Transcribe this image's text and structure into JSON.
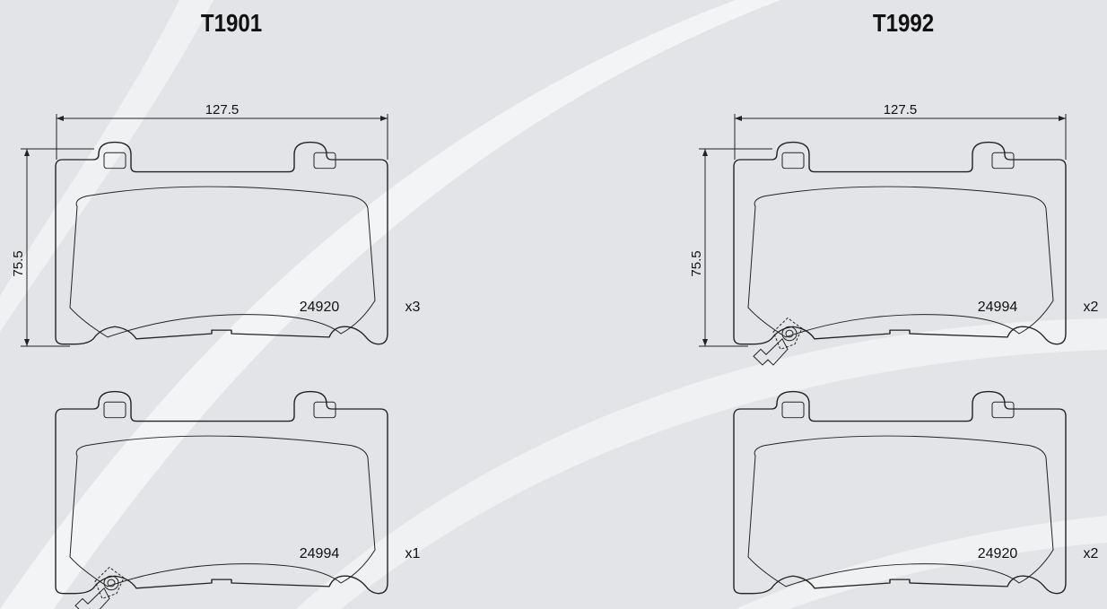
{
  "kits": [
    {
      "title": "T1901",
      "width_dim": "127.5",
      "height_dim": "75.5",
      "pads": [
        {
          "code": "24920",
          "qty": "x3",
          "sensor": false
        },
        {
          "code": "24994",
          "qty": "x1",
          "sensor": true
        }
      ]
    },
    {
      "title": "T1992",
      "width_dim": "127.5",
      "height_dim": "75.5",
      "pads": [
        {
          "code": "24994",
          "qty": "x2",
          "sensor": true
        },
        {
          "code": "24920",
          "qty": "x2",
          "sensor": false
        }
      ]
    }
  ],
  "colors": {
    "background": "#e3e4e7",
    "swoosh": "#f1f2f4",
    "line": "#222222"
  }
}
